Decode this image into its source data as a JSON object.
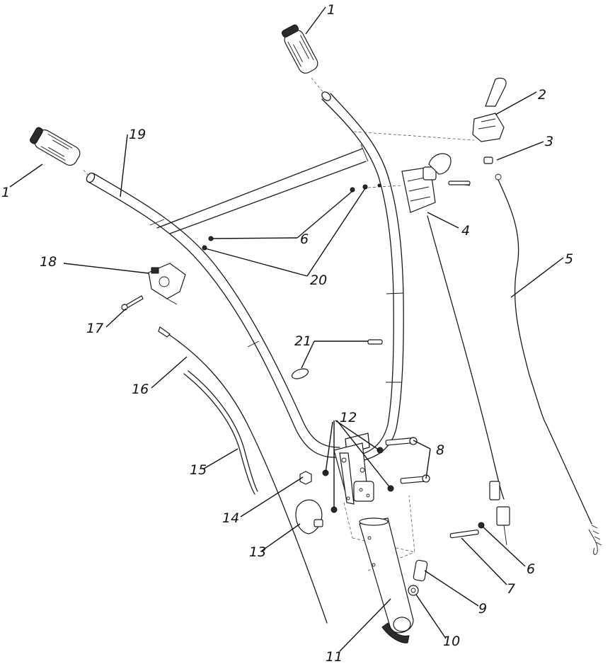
{
  "callouts": [
    {
      "id": "c1a",
      "label": "1"
    },
    {
      "id": "c1b",
      "label": "1"
    },
    {
      "id": "c2",
      "label": "2"
    },
    {
      "id": "c3",
      "label": "3"
    },
    {
      "id": "c4",
      "label": "4"
    },
    {
      "id": "c5",
      "label": "5"
    },
    {
      "id": "c6a",
      "label": "6"
    },
    {
      "id": "c6b",
      "label": "6"
    },
    {
      "id": "c7",
      "label": "7"
    },
    {
      "id": "c8",
      "label": "8"
    },
    {
      "id": "c9",
      "label": "9"
    },
    {
      "id": "c10",
      "label": "10"
    },
    {
      "id": "c11",
      "label": "11"
    },
    {
      "id": "c12",
      "label": "12"
    },
    {
      "id": "c13",
      "label": "13"
    },
    {
      "id": "c14",
      "label": "14"
    },
    {
      "id": "c15",
      "label": "15"
    },
    {
      "id": "c16",
      "label": "16"
    },
    {
      "id": "c17",
      "label": "17"
    },
    {
      "id": "c18",
      "label": "18"
    },
    {
      "id": "c19",
      "label": "19"
    },
    {
      "id": "c20",
      "label": "20"
    },
    {
      "id": "c21",
      "label": "21"
    }
  ]
}
